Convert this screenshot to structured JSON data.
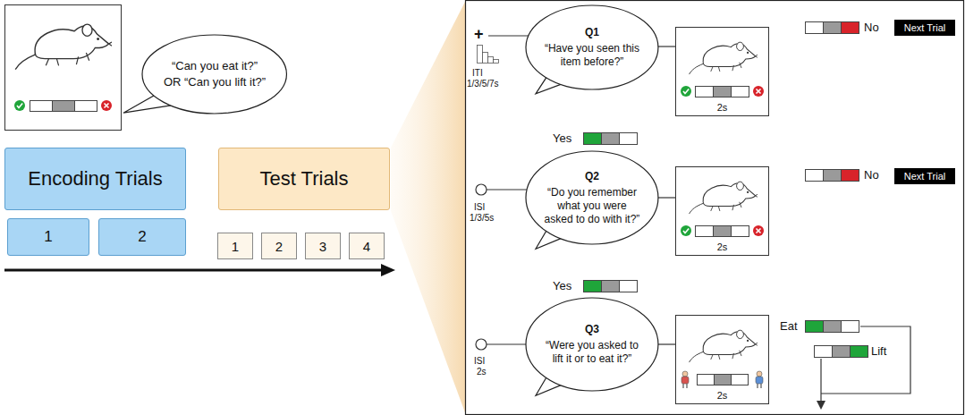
{
  "diagram": {
    "nodes": [
      {
        "text": [
          "“Can you eat it?” OR “Can you lift it?”"
        ]
      },
      {
        "text": [
          "Encoding Trials"
        ]
      },
      {
        "text": [
          "1"
        ]
      },
      {
        "text": [
          "2"
        ]
      },
      {
        "text": [
          "Test Trials"
        ]
      },
      {
        "text": [
          "1"
        ]
      },
      {
        "text": [
          "2"
        ]
      },
      {
        "text": [
          "3"
        ]
      },
      {
        "text": [
          "4"
        ]
      },
      {
        "text": [
          "Q1",
          "“Have you seen this item before?”"
        ]
      },
      {
        "text": [
          "2s"
        ]
      },
      {
        "text": [
          "Next Trial"
        ]
      },
      {
        "text": [
          "Q2",
          "“Do you remember what you were asked to do with it?”"
        ]
      },
      {
        "text": [
          "2s"
        ]
      },
      {
        "text": [
          "Next Trial"
        ]
      },
      {
        "text": [
          "Q3",
          "“Were you asked to lift it or to eat it?”"
        ]
      },
      {
        "text": [
          "2s"
        ]
      }
    ],
    "labels": [
      "+",
      "ITI",
      "1/3/5/7s",
      "No",
      "Yes",
      "ISI",
      "1/3/5s",
      "No",
      "Yes",
      "ISI",
      "2s",
      "Eat",
      "Lift"
    ]
  }
}
